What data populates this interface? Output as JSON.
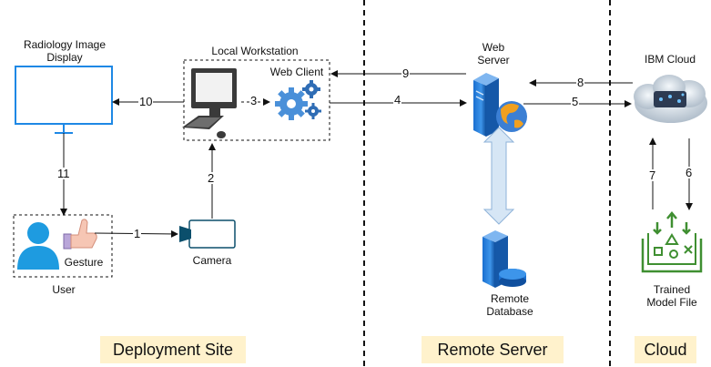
{
  "nodes": {
    "radiology_display": "Radiology Image\nDisplay",
    "local_workstation": "Local Workstation",
    "web_client": "Web Client",
    "web_server": "Web\nServer",
    "ibm_cloud": "IBM Cloud",
    "gesture": "Gesture",
    "user": "User",
    "camera": "Camera",
    "remote_database": "Remote\nDatabase",
    "trained_model": "Trained\nModel File"
  },
  "edges": {
    "e1": "1",
    "e2": "2",
    "e3": "3",
    "e4": "4",
    "e5": "5",
    "e6": "6",
    "e7": "7",
    "e8": "8",
    "e9": "9",
    "e10": "10",
    "e11": "11"
  },
  "zones": {
    "deployment": "Deployment Site",
    "remote": "Remote Server",
    "cloud": "Cloud"
  },
  "colors": {
    "display_border": "#1e88e5",
    "user_blue": "#1e9be0",
    "model_green": "#3f8f31",
    "zone_fill": "#fff2cc",
    "arrow_light": "#d6e6f5",
    "arrow_light_stroke": "#8fb3d9"
  },
  "icons": {
    "monitor": "monitor-keyboard-mouse-icon",
    "gears": "gears-icon",
    "server": "server-icon",
    "cloud": "cloud-icon",
    "database": "database-server-icon",
    "camera": "camera-icon",
    "person": "person-icon",
    "thumb": "thumbs-up-icon",
    "model": "trained-model-icon"
  }
}
